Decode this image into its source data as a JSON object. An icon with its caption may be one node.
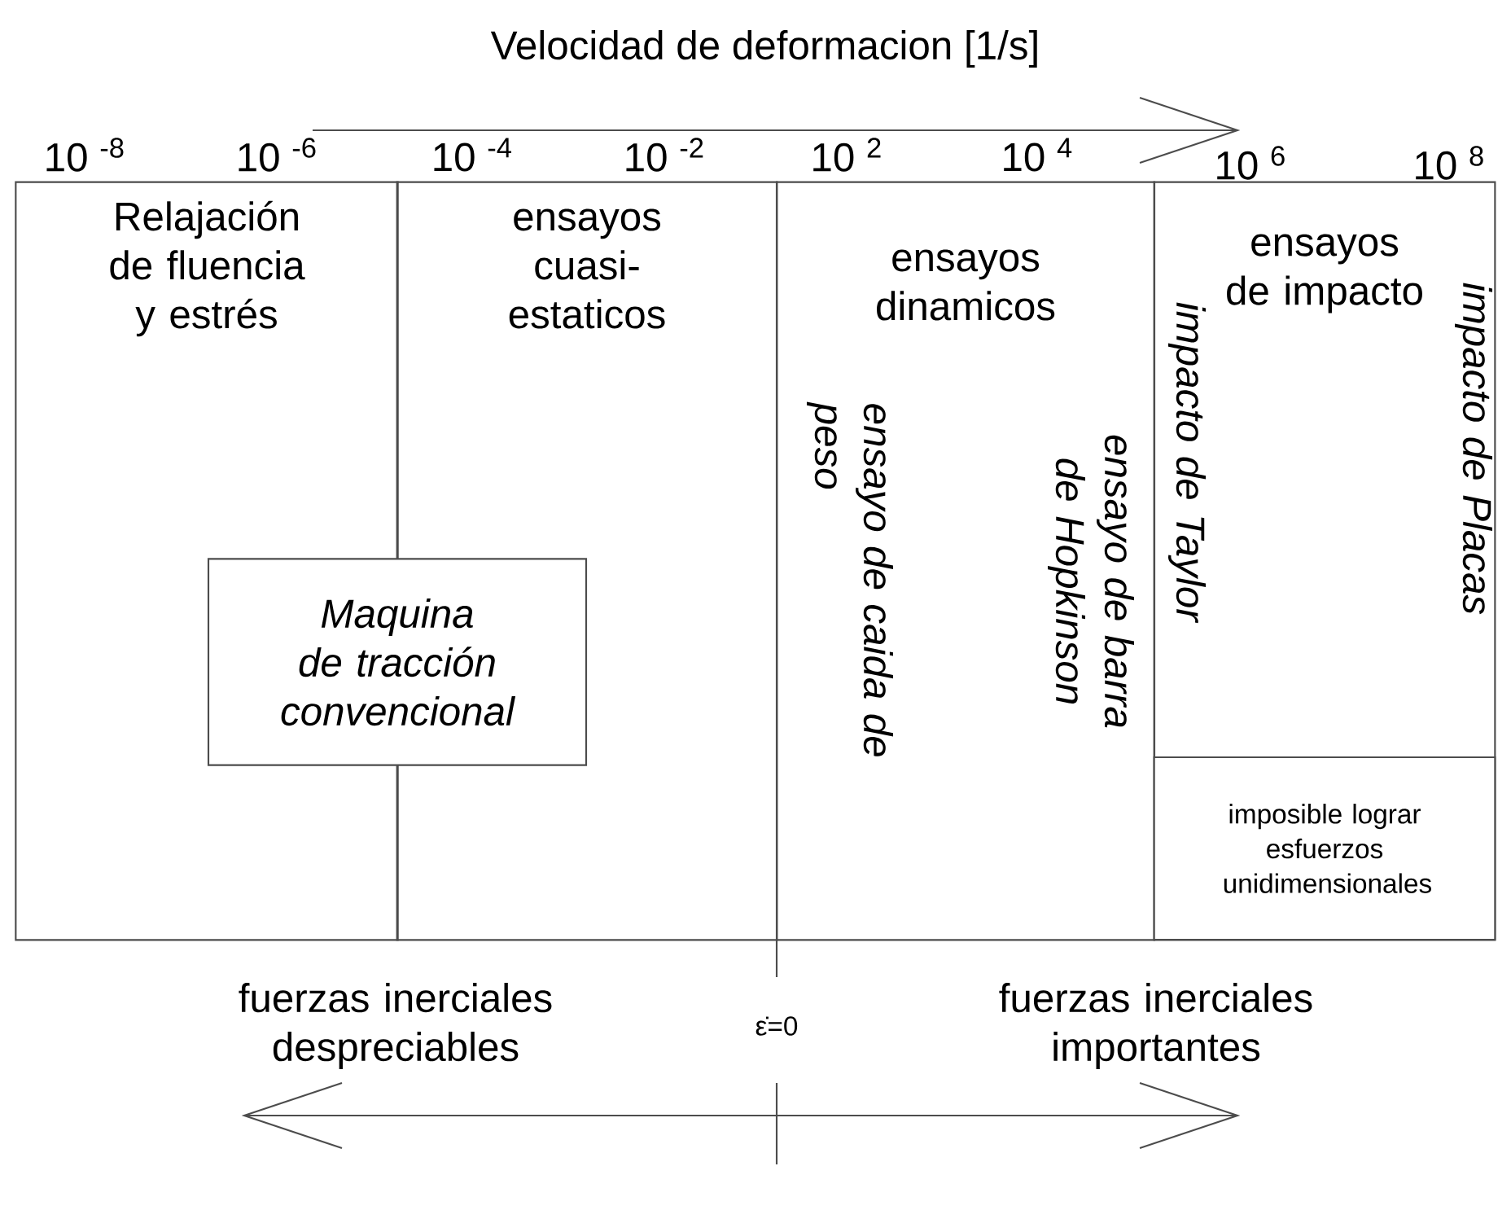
{
  "diagram": {
    "title": "Velocidad de deformacion [1/s]",
    "nodes": [
      {
        "text": [
          "Relajación de fluencia y estrés"
        ]
      },
      {
        "text": [
          "ensayos cuasi-estaticos"
        ]
      },
      {
        "text": [
          "Maquina de tracción convencional"
        ]
      },
      {
        "text": [
          "ensayos dinamicos",
          "ensayo de caida de peso",
          "ensayo de barra de Hopkinson"
        ]
      },
      {
        "text": [
          "ensayos de impacto",
          "impacto de Taylor",
          "impacto de Placas"
        ]
      },
      {
        "text": [
          "imposible lograr esfuerzos unidimensionales"
        ],
        "in": 4
      }
    ],
    "labels": [
      "10 $^{-8}$",
      "10 $^{-6}$",
      "10 $^{-4}$",
      "10 $^{-2}$",
      "10 $^{2}$",
      "10 $^{4}$",
      "10 $^{6}$",
      "10 $^{8}$",
      "fuerzas inerciales despreciables",
      "ε̇=0",
      "fuerzas inerciales importantes"
    ]
  }
}
